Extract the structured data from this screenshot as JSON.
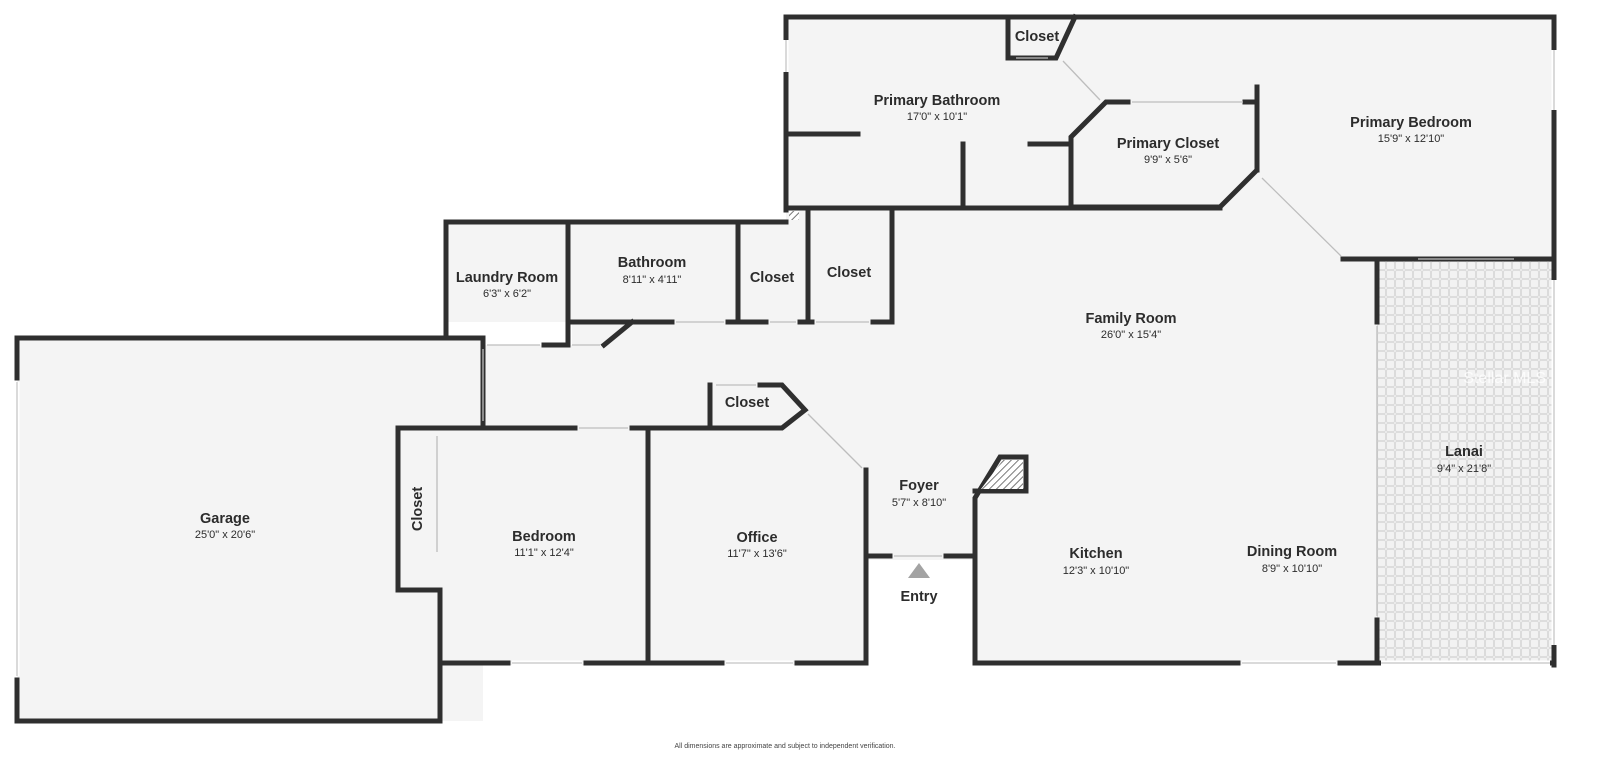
{
  "rooms": {
    "primary_bathroom": {
      "name": "Primary Bathroom",
      "dims": "17'0\" x 10'1\""
    },
    "primary_closet": {
      "name": "Primary Closet",
      "dims": "9'9\" x 5'6\""
    },
    "primary_bedroom": {
      "name": "Primary Bedroom",
      "dims": "15'9\" x 12'10\""
    },
    "top_closet": {
      "name": "Closet"
    },
    "laundry": {
      "name": "Laundry Room",
      "dims": "6'3\" x 6'2\""
    },
    "bathroom": {
      "name": "Bathroom",
      "dims": "8'11\" x 4'11\""
    },
    "closet_a": {
      "name": "Closet"
    },
    "closet_b": {
      "name": "Closet"
    },
    "family_room": {
      "name": "Family Room",
      "dims": "26'0\" x 15'4\""
    },
    "closet_c": {
      "name": "Closet"
    },
    "garage": {
      "name": "Garage",
      "dims": "25'0\" x 20'6\""
    },
    "closet_d": {
      "name": "Closet"
    },
    "bedroom": {
      "name": "Bedroom",
      "dims": "11'1\" x 12'4\""
    },
    "office": {
      "name": "Office",
      "dims": "11'7\" x 13'6\""
    },
    "foyer": {
      "name": "Foyer",
      "dims": "5'7\" x 8'10\""
    },
    "kitchen": {
      "name": "Kitchen",
      "dims": "12'3\" x 10'10\""
    },
    "dining_room": {
      "name": "Dining Room",
      "dims": "8'9\" x 10'10\""
    },
    "lanai": {
      "name": "Lanai",
      "dims": "9'4\" x 21'8\""
    }
  },
  "entry_label": "Entry",
  "footnote": "All dimensions are approximate and subject to independent verification.",
  "watermark": "Stellar MLS",
  "colors": {
    "floor": "#f4f4f4",
    "wall": "#2f2f2f",
    "lanai_floor": "#f2f2f2",
    "lanai_grid": "#d6d6d6",
    "entry_arrow": "#a3a3a3",
    "fireplace_hatch": "#555555"
  }
}
